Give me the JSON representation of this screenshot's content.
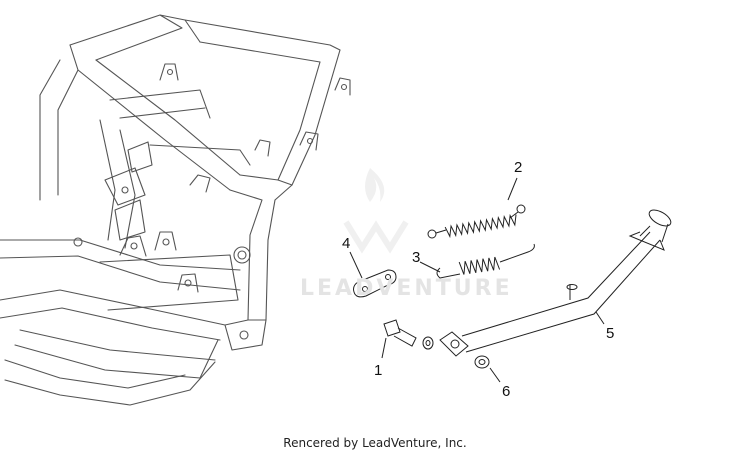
{
  "diagram": {
    "watermark_text": "LEADVENTURE",
    "footer": "Rencered by LeadVenture, Inc.",
    "callouts": [
      {
        "label": "1"
      },
      {
        "label": "2"
      },
      {
        "label": "3"
      },
      {
        "label": "4"
      },
      {
        "label": "5"
      },
      {
        "label": "6"
      }
    ]
  }
}
